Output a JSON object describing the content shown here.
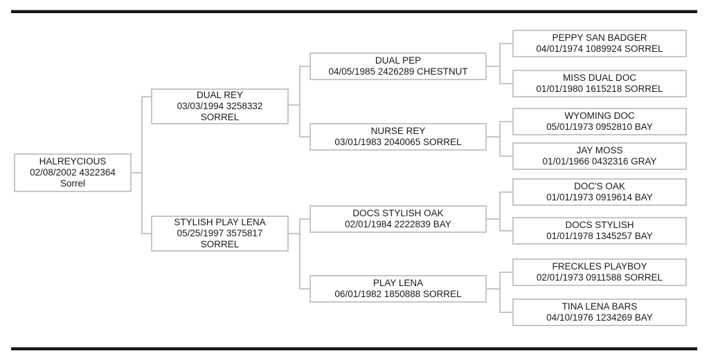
{
  "chart": {
    "type": "pedigree-tree",
    "generations": 4,
    "tree": {
      "name": "HALREYCIOUS",
      "info": "02/08/2002 4322364",
      "color": "Sorrel",
      "sire": {
        "name": "DUAL REY",
        "info": "03/03/1994 3258332",
        "color": "SORREL",
        "sire": {
          "name": "DUAL PEP",
          "info": "04/05/1985 2426289 CHESTNUT",
          "sire": {
            "name": "PEPPY SAN BADGER",
            "info": "04/01/1974 1089924 SORREL"
          },
          "dam": {
            "name": "MISS DUAL DOC",
            "info": "01/01/1980 1615218 SORREL"
          }
        },
        "dam": {
          "name": "NURSE REY",
          "info": "03/01/1983 2040065 SORREL",
          "sire": {
            "name": "WYOMING DOC",
            "info": "05/01/1973 0952810 BAY"
          },
          "dam": {
            "name": "JAY MOSS",
            "info": "01/01/1966 0432316 GRAY"
          }
        }
      },
      "dam": {
        "name": "STYLISH PLAY LENA",
        "info": "05/25/1997 3575817",
        "color": "SORREL",
        "sire": {
          "name": "DOCS STYLISH OAK",
          "info": "02/01/1984 2222839 BAY",
          "sire": {
            "name": "DOC'S OAK",
            "info": "01/01/1973 0919614 BAY"
          },
          "dam": {
            "name": "DOCS STYLISH",
            "info": "01/01/1978 1345257 BAY"
          }
        },
        "dam": {
          "name": "PLAY LENA",
          "info": "06/01/1982 1850888 SORREL",
          "sire": {
            "name": "FRECKLES PLAYBOY",
            "info": "02/01/1973 0911588 SORREL"
          },
          "dam": {
            "name": "TINA LENA BARS",
            "info": "04/10/1976 1234269 BAY"
          }
        }
      }
    },
    "line_color": "#c6c6c6",
    "rule_color": "#161616"
  }
}
